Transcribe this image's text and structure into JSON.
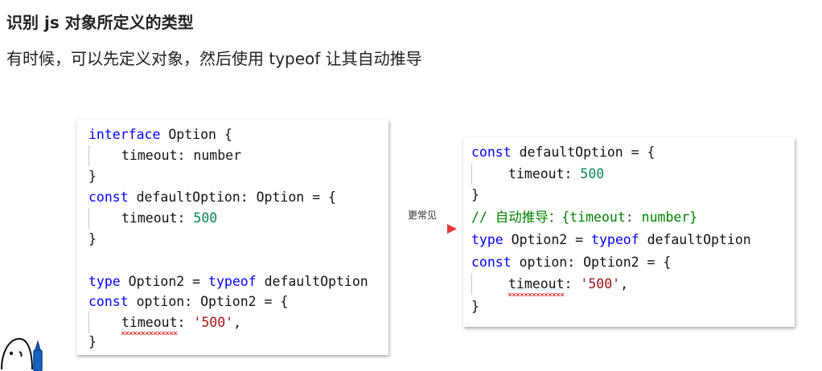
{
  "headings": {
    "line1": "识别 js 对象所定义的类型",
    "line2": "有时候，可以先定义对象，然后使用 typeof 让其自动推导"
  },
  "arrow": {
    "label": "更常见",
    "color": "#e53935"
  },
  "left_code": {
    "interface_kw": "interface",
    "interface_rest": " Option {",
    "timeout_number": "timeout: number",
    "close1": "}",
    "const_kw": "const",
    "default_decl": " defaultOption: Option = {",
    "timeout_key": "timeout: ",
    "timeout_val": "500",
    "close2": "}",
    "type_kw": "type",
    "type_mid": " Option2 = ",
    "typeof_kw": "typeof",
    "type_end": " defaultOption",
    "const2_kw": "const",
    "option_decl": " option: Option2 = {",
    "err_key": "timeout",
    "err_colon": ": ",
    "err_val": "'500'",
    "err_comma": ",",
    "close3": "}"
  },
  "right_code": {
    "const_kw": "const",
    "default_decl": " defaultOption = {",
    "timeout_key": "timeout: ",
    "timeout_val": "500",
    "close1": "}",
    "comment": "// 自动推导：{timeout: number}",
    "type_kw": "type",
    "type_mid": " Option2 = ",
    "typeof_kw": "typeof",
    "type_end": " defaultOption",
    "const2_kw": "const",
    "option_decl": " option: Option2 = {",
    "err_key": "timeout",
    "err_colon": ": ",
    "err_val": "'500'",
    "err_comma": ",",
    "close2": "}"
  },
  "colors": {
    "keyword": "#0000ff",
    "number": "#098658",
    "string": "#a31515",
    "comment": "#008000",
    "error": "#e53935"
  }
}
